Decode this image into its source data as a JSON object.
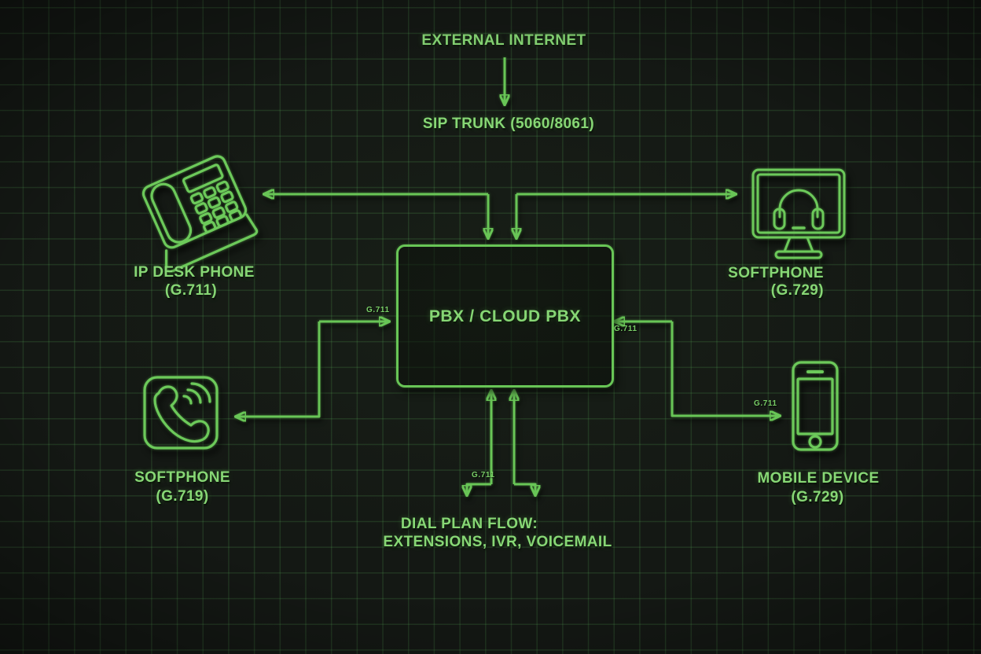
{
  "colors": {
    "background": "#141814",
    "grid_line": "#234023",
    "accent_line": "#68c556",
    "label_text": "#87d775",
    "small_label_text": "#79cf67"
  },
  "header": {
    "external_internet": "EXTERNAL INTERNET",
    "sip_trunk": "SIP TRUNK (5060/8061)"
  },
  "pbx": {
    "label": "PBX / CLOUD PBX"
  },
  "devices": {
    "desk_phone": {
      "label": "IP DESK PHONE",
      "codec": "(G.711)",
      "icon": "desk-phone-icon"
    },
    "softphone_desktop": {
      "label": "SOFTPHONE",
      "codec": "(G.729)",
      "icon": "desktop-headset-icon"
    },
    "softphone_app": {
      "label": "SOFTPHONE",
      "codec": "(G.719)",
      "icon": "handset-waves-icon"
    },
    "mobile": {
      "label": "MOBILE DEVICE",
      "codec": "(G.729)",
      "icon": "smartphone-icon"
    }
  },
  "edge_labels": {
    "pbx_left_in": "G.711",
    "pbx_right_in": "G.711",
    "mobile_link": "G.711",
    "dial_plan_link": "G.711"
  },
  "dial_plan": {
    "line1": "DIAL PLAN FLOW:",
    "line2": "EXTENSIONS, IVR, VOICEMAIL"
  }
}
